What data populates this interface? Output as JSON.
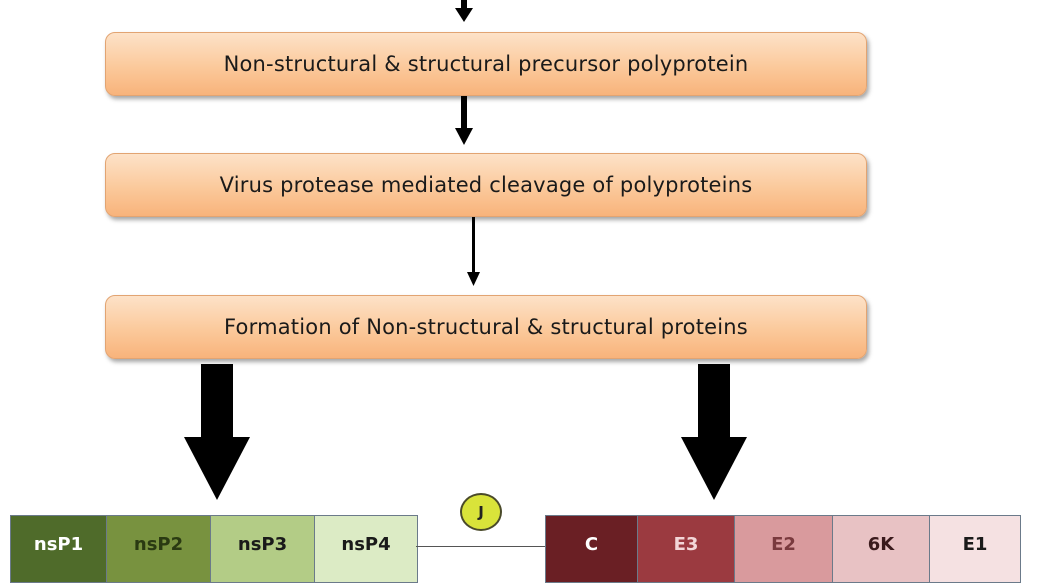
{
  "steps": [
    {
      "label": "Non-structural & structural precursor polyprotein"
    },
    {
      "label": "Virus protease mediated cleavage of polyproteins"
    },
    {
      "label": "Formation of Non-structural & structural proteins"
    }
  ],
  "nonstructural": [
    {
      "label": "nsP1",
      "bg": "#4f6b2a",
      "fg": "#ffffff"
    },
    {
      "label": "nsP2",
      "bg": "#78923f",
      "fg": "#2a3a12"
    },
    {
      "label": "nsP3",
      "bg": "#b3cc86",
      "fg": "#1a1a1a"
    },
    {
      "label": "nsP4",
      "bg": "#dcebc5",
      "fg": "#1a1a1a"
    }
  ],
  "structural": [
    {
      "label": "C",
      "bg": "#6a1f24",
      "fg": "#ffffff"
    },
    {
      "label": "E3",
      "bg": "#9b3a40",
      "fg": "#f3d6d8"
    },
    {
      "label": "E2",
      "bg": "#d99a9d",
      "fg": "#7a3a3e"
    },
    {
      "label": "6K",
      "bg": "#e8c2c4",
      "fg": "#3a1a1c"
    },
    {
      "label": "E1",
      "bg": "#f5e1e2",
      "fg": "#1a1a1a"
    }
  ],
  "junction": {
    "label": "J",
    "color": "#d9e33a"
  }
}
